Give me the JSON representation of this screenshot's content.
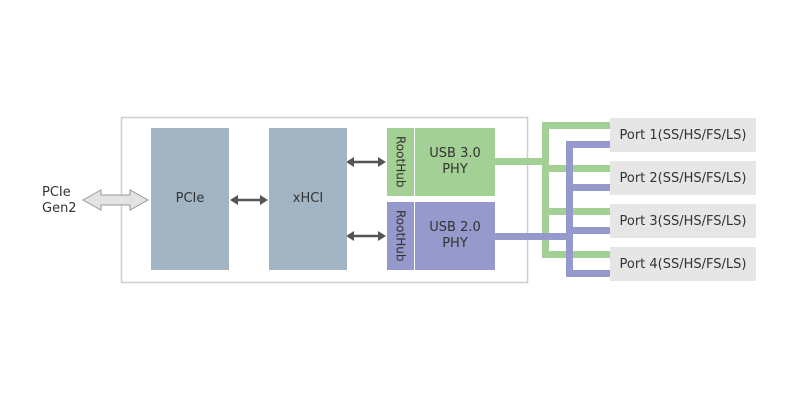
{
  "external": {
    "line1": "PCIe",
    "line2": "Gen2"
  },
  "blocks": {
    "pcie": "PCIe",
    "xhci": "xHCI",
    "usb3": {
      "roothub": "RootHub",
      "line1": "USB 3.0",
      "line2": "PHY"
    },
    "usb2": {
      "roothub": "RootHub",
      "line1": "USB 2.0",
      "line2": "PHY"
    }
  },
  "ports": [
    {
      "label": "Port 1(SS/HS/FS/LS)"
    },
    {
      "label": "Port 2(SS/HS/FS/LS)"
    },
    {
      "label": "Port 3(SS/HS/FS/LS)"
    },
    {
      "label": "Port 4(SS/HS/FS/LS)"
    }
  ],
  "colors": {
    "controller_block": "#a3b5c2",
    "usb3": "#a3d094",
    "usb2": "#9699cc",
    "port_bg": "#e6e6e6",
    "container_border": "#cccccc"
  }
}
